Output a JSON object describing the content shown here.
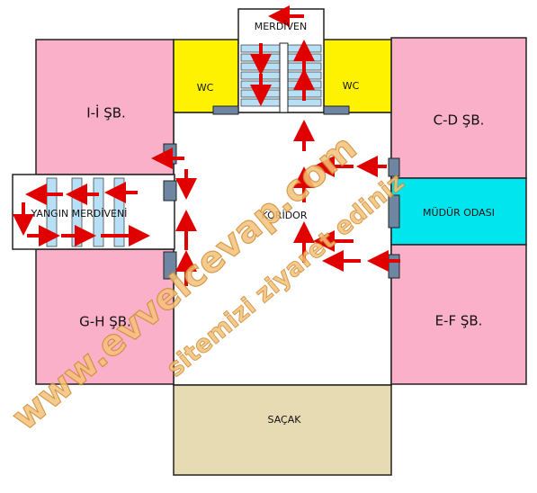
{
  "labels": {
    "merdiven": "MERDİVEN",
    "wc_left": "WC",
    "wc_right": "WC",
    "room_ii": "I-İ ŞB.",
    "room_cd": "C-D ŞB.",
    "room_gh": "G-H ŞB.",
    "room_ef": "E-F ŞB.",
    "mudur": "MÜDÜR ODASI",
    "koridor": "KORİDOR",
    "yangin": "YANGIN MERDİVENİ",
    "sacak": "SAÇAK"
  },
  "watermark": {
    "site": "www.evvelcevap.com",
    "visit": "sitemizi ziyaret ediniz"
  },
  "colors": {
    "classroom": "#fbb0c9",
    "wc": "#fff200",
    "mudur": "#00e5ee",
    "sacak": "#e6dbb3",
    "stair": "#b7dff5",
    "door": "#6f86a3",
    "arrow": "#e00000"
  }
}
